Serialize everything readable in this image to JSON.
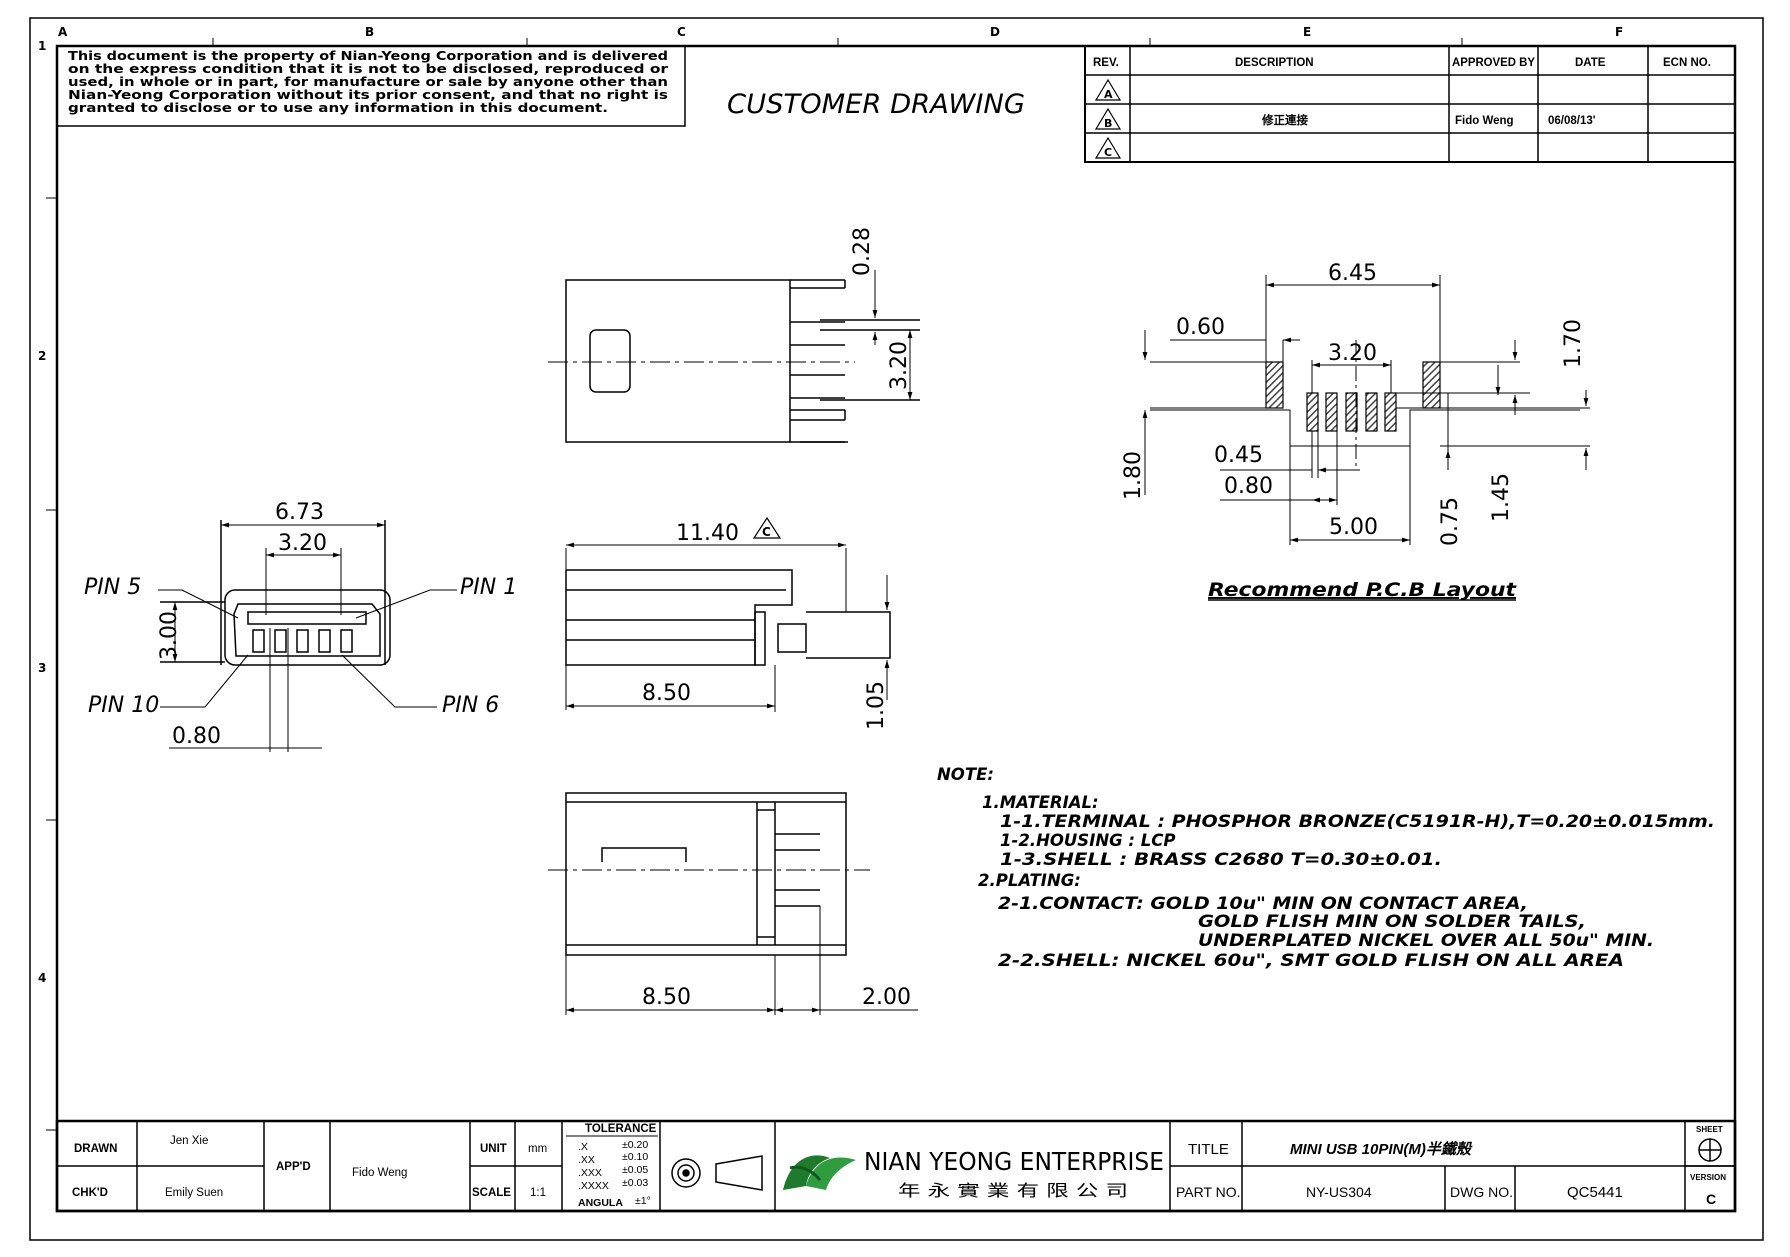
{
  "grid": {
    "columns": [
      "A",
      "B",
      "C",
      "D",
      "E",
      "F"
    ],
    "rows": [
      "1",
      "2",
      "3",
      "4"
    ]
  },
  "disclaimer": [
    "This document is the property of Nian-Yeong Corporation and is delivered",
    "on the express condition that it is not to be disclosed, reproduced or",
    "used, in whole or in part, for manufacture or sale by anyone other than",
    "Nian-Yeong Corporation without its prior consent, and that no right is",
    "granted to disclose or to use any information in this document."
  ],
  "heading": "CUSTOMER DRAWING",
  "revisions": {
    "headers": [
      "REV.",
      "DESCRIPTION",
      "APPROVED BY",
      "DATE",
      "ECN NO."
    ],
    "rows": [
      {
        "rev": "A",
        "description": "",
        "approved": "",
        "date": "",
        "ecn": ""
      },
      {
        "rev": "B",
        "description": "修正連接",
        "approved": "Fido Weng",
        "date": "06/08/13'",
        "ecn": ""
      },
      {
        "rev": "C",
        "description": "",
        "approved": "",
        "date": "",
        "ecn": ""
      }
    ]
  },
  "front_view": {
    "dims": {
      "width": "6.73",
      "pitch": "3.20",
      "height": "3.00",
      "pin_pitch": "0.80"
    },
    "pins": {
      "p5": "PIN 5",
      "p1": "PIN 1",
      "p10": "PIN 10",
      "p6": "PIN 6"
    }
  },
  "top_view": {
    "dims": {
      "d028": "0.28",
      "d320": "3.20"
    }
  },
  "side_view": {
    "dims": {
      "length": "11.40",
      "body": "8.50",
      "tail": "1.05"
    },
    "rev_mark": "C"
  },
  "bottom_view": {
    "dims": {
      "body": "8.50",
      "tail": "2.00"
    }
  },
  "pcb": {
    "dims": {
      "d645": "6.45",
      "d060": "0.60",
      "d320": "3.20",
      "d170": "1.70",
      "d180": "1.80",
      "d045": "0.45",
      "d080": "0.80",
      "d500": "5.00",
      "d075": "0.75",
      "d145": "1.45"
    },
    "caption": "Recommend P.C.B Layout"
  },
  "notes": {
    "title": "NOTE:",
    "lines": [
      "1.MATERIAL:",
      "1-1.TERMINAL : PHOSPHOR BRONZE(C5191R-H),T=0.20±0.015mm.",
      "1-2.HOUSING : LCP",
      "1-3.SHELL : BRASS C2680 T=0.30±0.01.",
      "2.PLATING:",
      "2-1.CONTACT: GOLD 10u\" MIN ON CONTACT AREA,",
      "GOLD FLISH MIN ON SOLDER TAILS,",
      "UNDERPLATED NICKEL OVER ALL 50u\" MIN.",
      "2-2.SHELL: NICKEL 60u\", SMT GOLD FLISH ON ALL AREA"
    ]
  },
  "title_block": {
    "drawn_label": "DRAWN",
    "drawn": "Jen Xie",
    "chkd_label": "CHK'D",
    "chkd": "Emily Suen",
    "appd_label": "APP'D",
    "appd": "Fido Weng",
    "unit_label": "UNIT",
    "unit": "mm",
    "scale_label": "SCALE",
    "scale": "1:1",
    "tolerance_title": "TOLERANCE",
    "tolerance": [
      {
        "k": ".X",
        "v": "±0.20"
      },
      {
        "k": ".XX",
        "v": "±0.10"
      },
      {
        "k": ".XXX",
        "v": "±0.05"
      },
      {
        "k": ".XXXX",
        "v": "±0.03"
      },
      {
        "k": "ANGULA",
        "v": "±1°"
      }
    ],
    "company": "NIAN YEONG ENTERPRISE",
    "company_cn": "年 永 實 業 有 限 公 司",
    "title_label": "TITLE",
    "title": "MINI USB 10PIN(M)半鐵殼",
    "part_label": "PART NO.",
    "part": "NY-US304",
    "dwg_label": "DWG NO.",
    "dwg": "QC5441",
    "sheet_label": "SHEET",
    "version_label": "VERSION",
    "version": "C"
  },
  "colors": {
    "ink": "#000000",
    "hatch": "#555555",
    "logo_green": "#1f7a2e"
  }
}
